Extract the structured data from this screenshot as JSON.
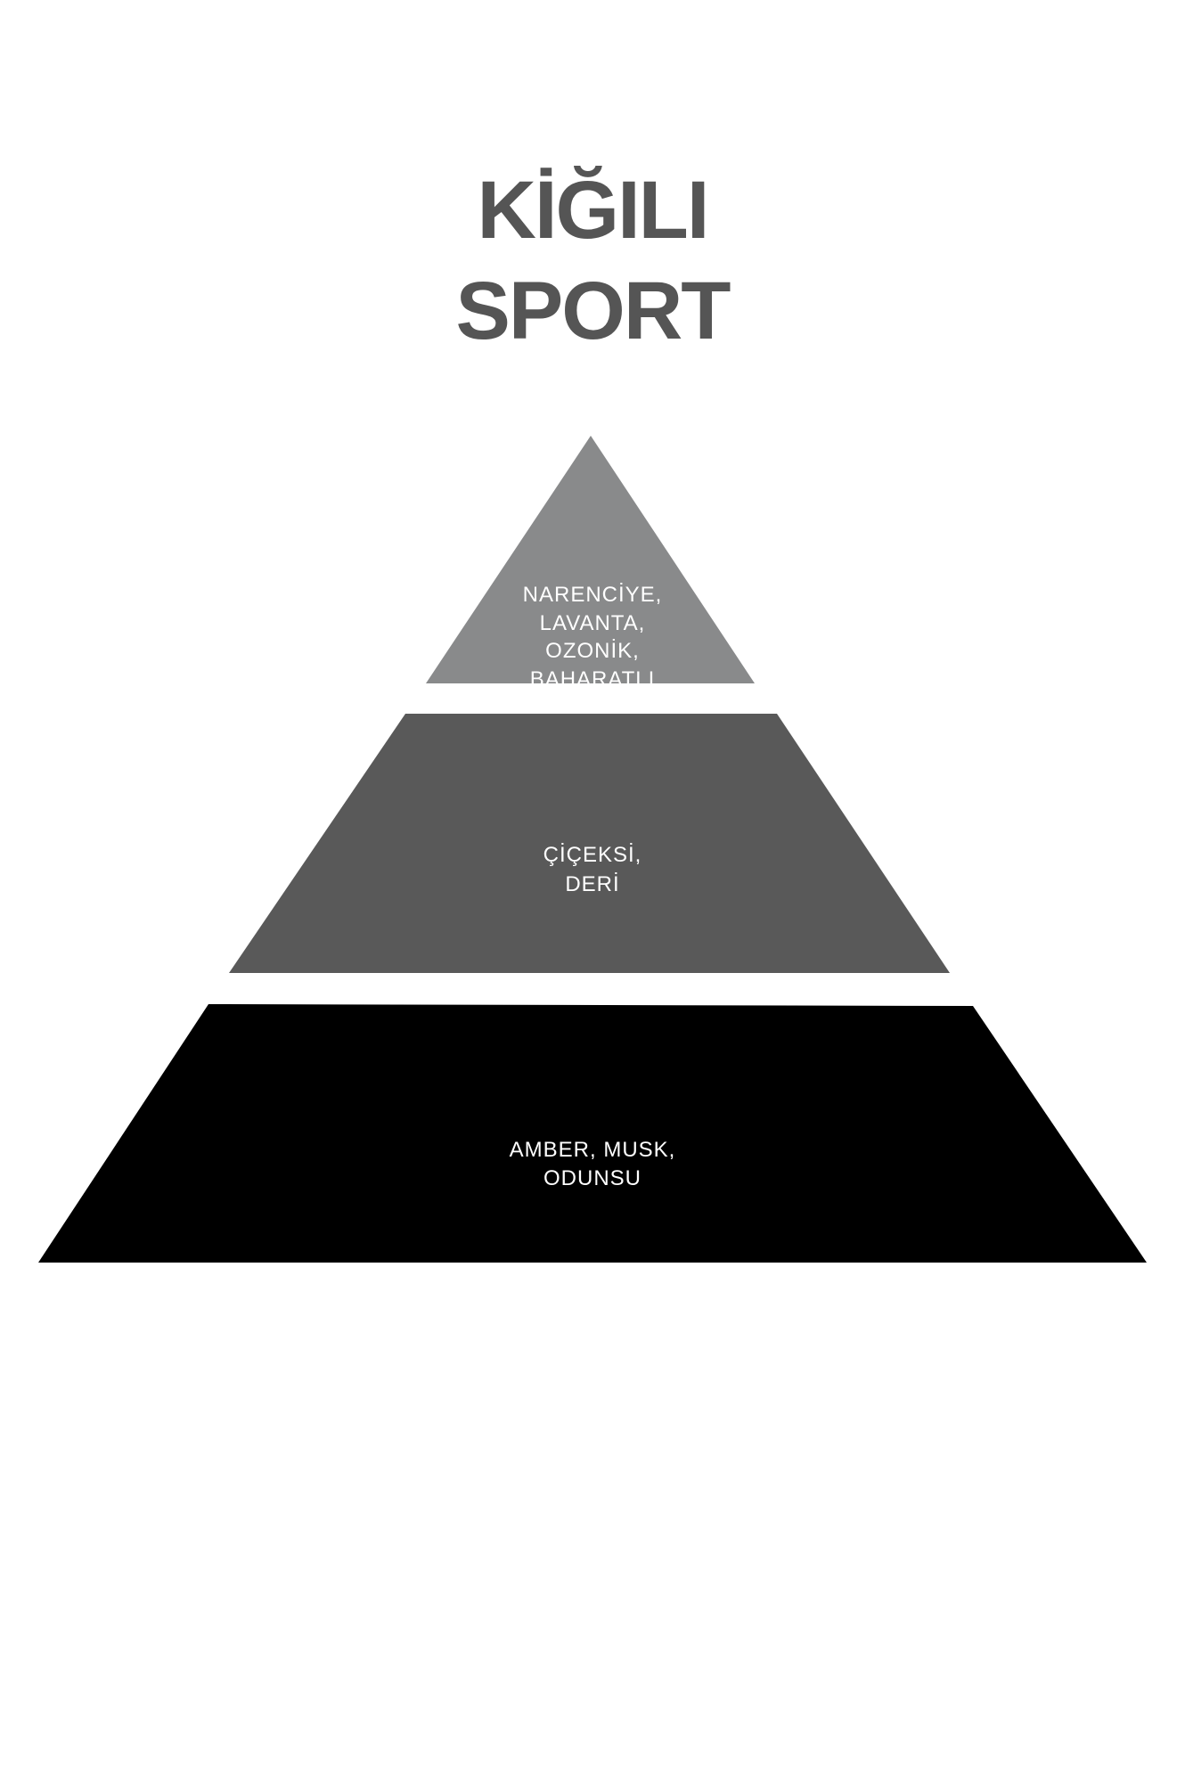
{
  "title": {
    "line1": "KİĞILI",
    "line2": "SPORT"
  },
  "pyramid": {
    "tiers": [
      {
        "name": "top",
        "color": "#898a8b",
        "lines": [
          "NARENCİYE,",
          "LAVANTA,",
          "OZONİK,",
          "BAHARATLI"
        ]
      },
      {
        "name": "middle",
        "color": "#595959",
        "lines": [
          "ÇİÇEKSİ,",
          "DERİ"
        ]
      },
      {
        "name": "base",
        "color": "#000000",
        "lines": [
          "AMBER, MUSK,",
          "ODUNSU"
        ]
      }
    ]
  }
}
